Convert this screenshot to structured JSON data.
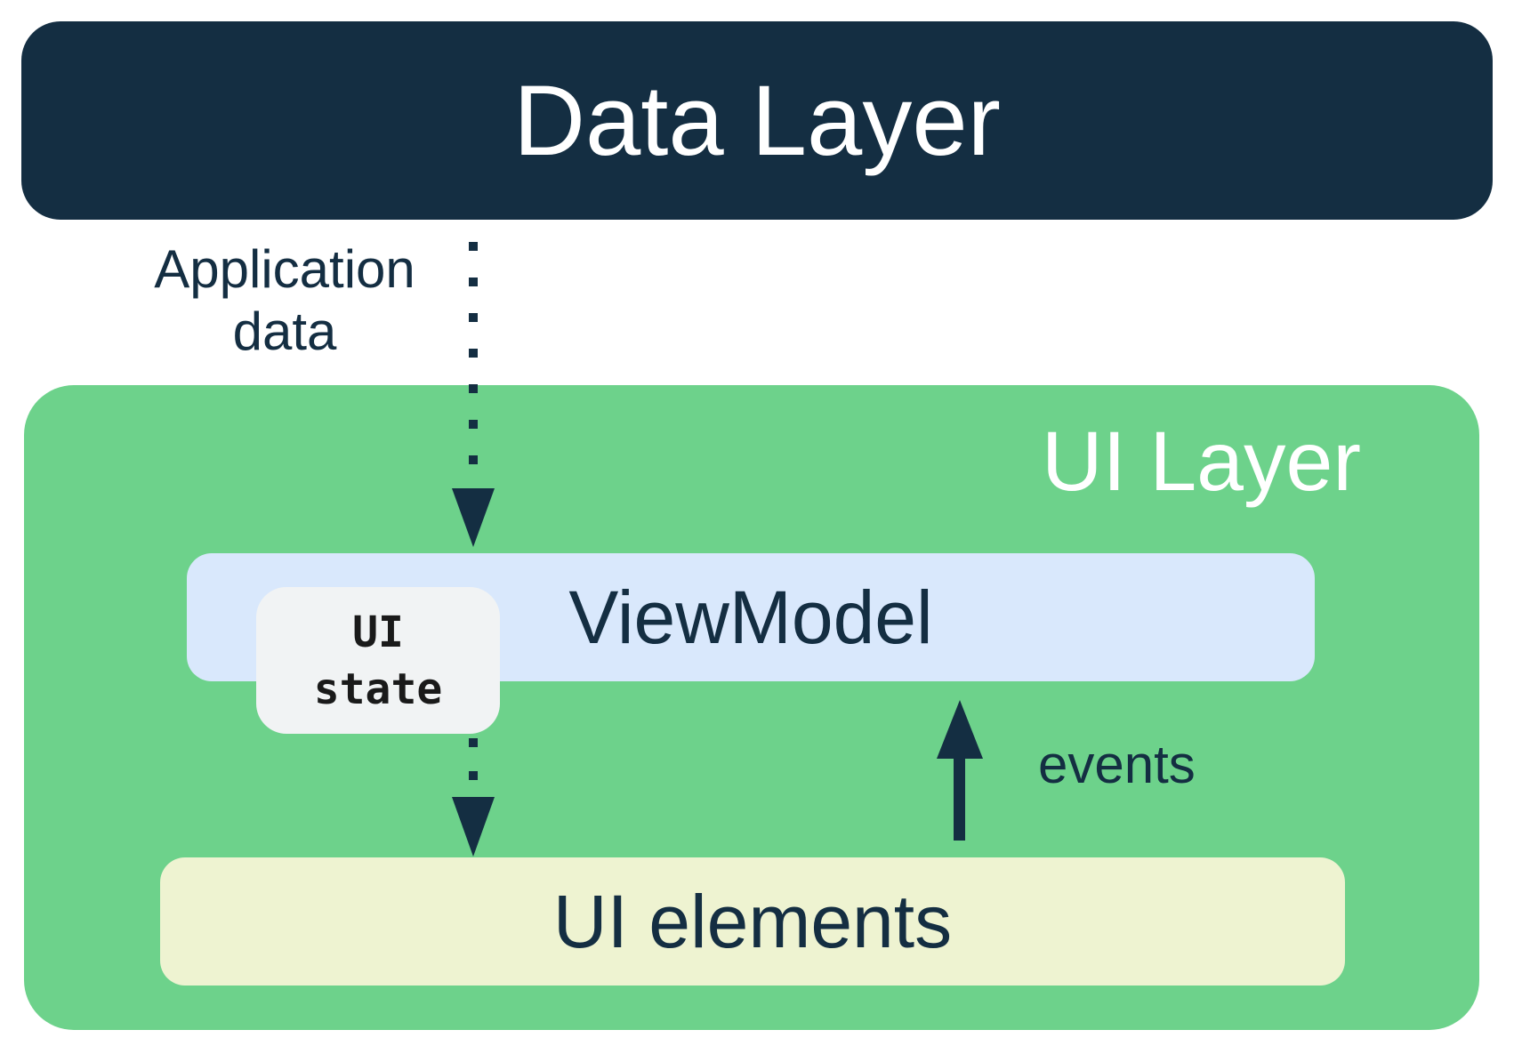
{
  "diagram": {
    "data_layer": {
      "label": "Data Layer"
    },
    "ui_layer": {
      "label": "UI Layer",
      "viewmodel_label": "ViewModel",
      "ui_state": {
        "line1": "UI",
        "line2": "state"
      },
      "ui_elements_label": "UI elements"
    },
    "arrows": {
      "application_data": {
        "line1": "Application",
        "line2": "data"
      },
      "events": {
        "label": "events"
      }
    },
    "colors": {
      "navy": "#142e42",
      "green": "#6dd28b",
      "viewmodel_blue": "#d9e8fc",
      "ui_state_gray": "#f1f3f4",
      "ui_elements_yellow": "#eef3d1",
      "white": "#ffffff"
    }
  }
}
